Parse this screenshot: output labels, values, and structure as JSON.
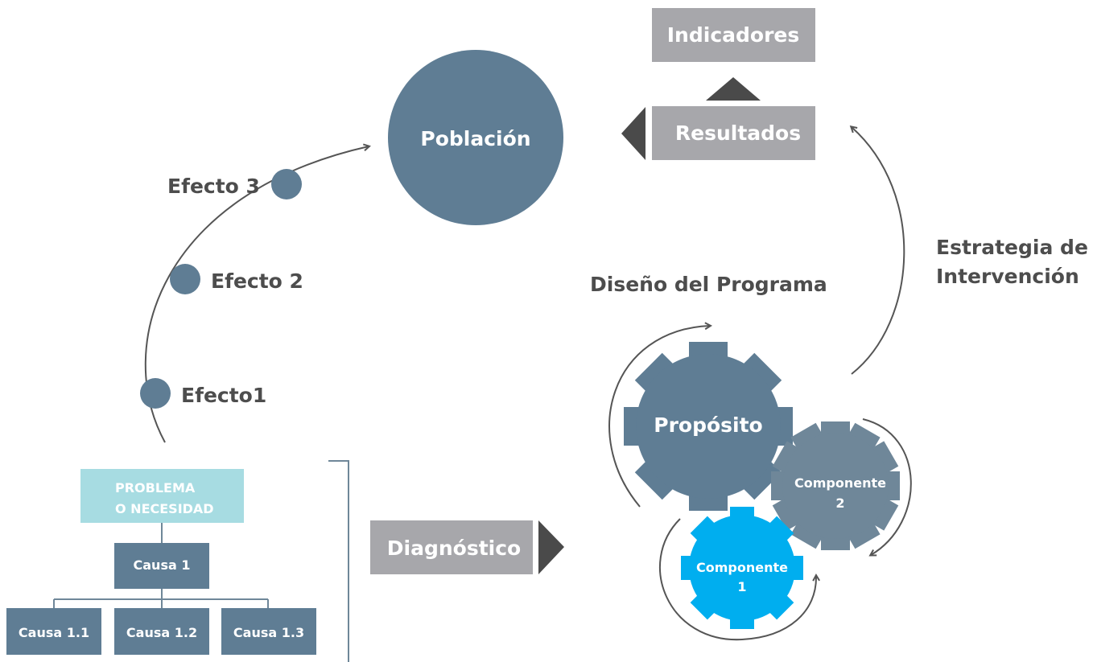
{
  "colors": {
    "slate": "#5f7d94",
    "slate_light": "#6f8799",
    "gray_box": "#a7a7ab",
    "dark_arrow": "#4a4a4a",
    "teal_light": "#a7dce2",
    "blue": "#00aeef",
    "text_dark": "#4d4d4d",
    "line": "#555555"
  },
  "top": {
    "indicadores": "Indicadores",
    "resultados": "Resultados",
    "poblacion": "Población"
  },
  "effects": {
    "efecto3": "Efecto 3",
    "efecto2": "Efecto 2",
    "efecto1": "Efecto1"
  },
  "strategy": {
    "line1": "Estrategia de",
    "line2": "Intervención"
  },
  "design": {
    "title": "Diseño del Programa",
    "proposito": "Propósito",
    "componente2_line1": "Componente",
    "componente2_line2": "2",
    "componente1_line1": "Componente",
    "componente1_line2": "1"
  },
  "diagnostico": "Diagnóstico",
  "tree": {
    "problema_line1": "PROBLEMA",
    "problema_line2": "O NECESIDAD",
    "causa1": "Causa 1",
    "causa11": "Causa 1.1",
    "causa12": "Causa 1.2",
    "causa13": "Causa 1.3"
  }
}
